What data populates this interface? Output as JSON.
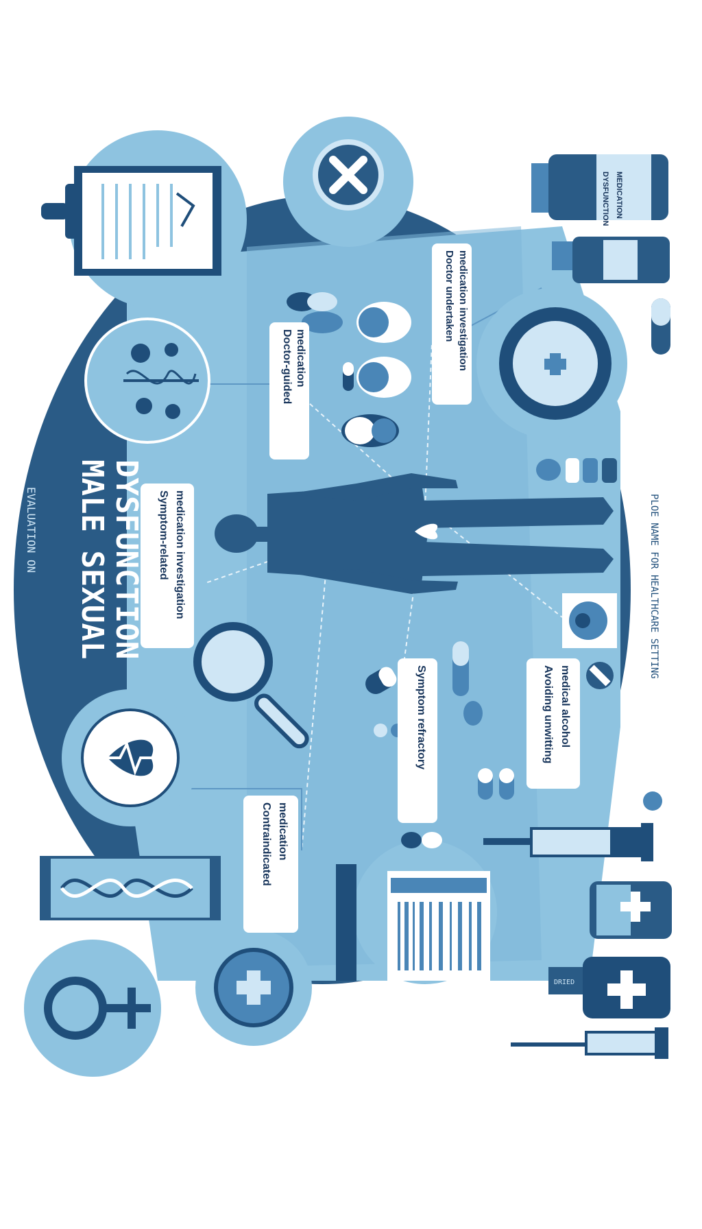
{
  "title": {
    "line1": "MALE SEXUAL",
    "line2": "DYSFUNCTION",
    "kicker": "EVALUATION ON"
  },
  "side_caption": "PLOE NAME FOR HEALTHCARE SETTING",
  "labels": {
    "doctor_guided": [
      "Doctor-guided",
      "medication"
    ],
    "doctor_undertaken": [
      "Doctor undertaken",
      "medication investigation"
    ],
    "symptom_medication": [
      "Symptom-related",
      "medication investigation"
    ],
    "symptom_refractory": [
      "Symptom refractory"
    ],
    "avoiding_alcohol": [
      "Avoiding unwitting",
      "medical alcohol"
    ],
    "contraindicated": [
      "Contraindicated",
      "medication"
    ]
  },
  "bottles": {
    "top_label": [
      "DYSFUNCTION",
      "MEDICATION"
    ],
    "small_label": "DRIED"
  },
  "colors": {
    "dark": "#1f4e7a",
    "mid": "#4a86b7",
    "light": "#8ec3e0",
    "pale": "#cfe6f5",
    "bg": "#ffffff"
  }
}
